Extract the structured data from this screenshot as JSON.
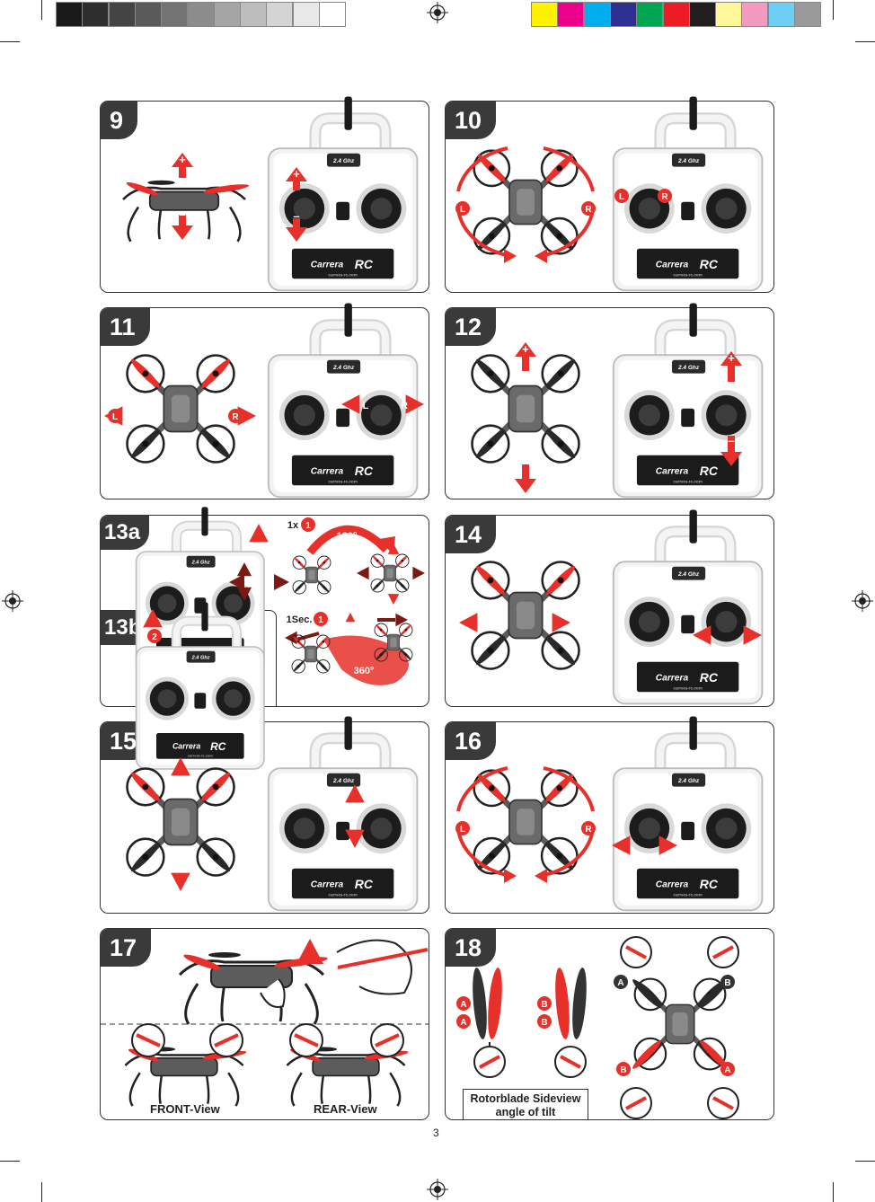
{
  "color_bar": {
    "grays": [
      "#1a1a1a",
      "#2e2e2e",
      "#444444",
      "#5a5a5a",
      "#737373",
      "#8c8c8c",
      "#a5a5a5",
      "#bdbdbd",
      "#d4d4d4",
      "#e9e9e9",
      "#ffffff"
    ],
    "colors": [
      "#fff200",
      "#ec008c",
      "#00aeef",
      "#2e3192",
      "#00a651",
      "#ed1c24",
      "#231f20",
      "#fff799",
      "#f49ac1",
      "#6dcff6",
      "#9a9a9a"
    ]
  },
  "remote": {
    "band": "2.4 Ghz",
    "brand": "Carrera",
    "brand_rc": "RC",
    "url": "carrera-rc.com"
  },
  "panels": [
    {
      "num": "9"
    },
    {
      "num": "10"
    },
    {
      "num": "11"
    },
    {
      "num": "12"
    },
    {
      "num": "13a"
    },
    {
      "num": "14"
    },
    {
      "num": "15"
    },
    {
      "num": "16"
    },
    {
      "num": "17"
    },
    {
      "num": "18"
    }
  ],
  "panel_13b": "13b",
  "signs": {
    "plus": "+",
    "minus": "–",
    "L": "L",
    "R": "R",
    "A": "A",
    "B": "B"
  },
  "flip": {
    "once": "1x",
    "step1": "1",
    "deg180": "180°",
    "one_sec": "1Sec.",
    "deg360": "360°",
    "step2": "2"
  },
  "panel17": {
    "front": "FRONT-View",
    "rear": "REAR-View"
  },
  "panel18": {
    "caption_line1": "Rotorblade Sideview",
    "caption_line2": "angle of tilt"
  },
  "page_number": "3",
  "accent_red": "#e8302a"
}
